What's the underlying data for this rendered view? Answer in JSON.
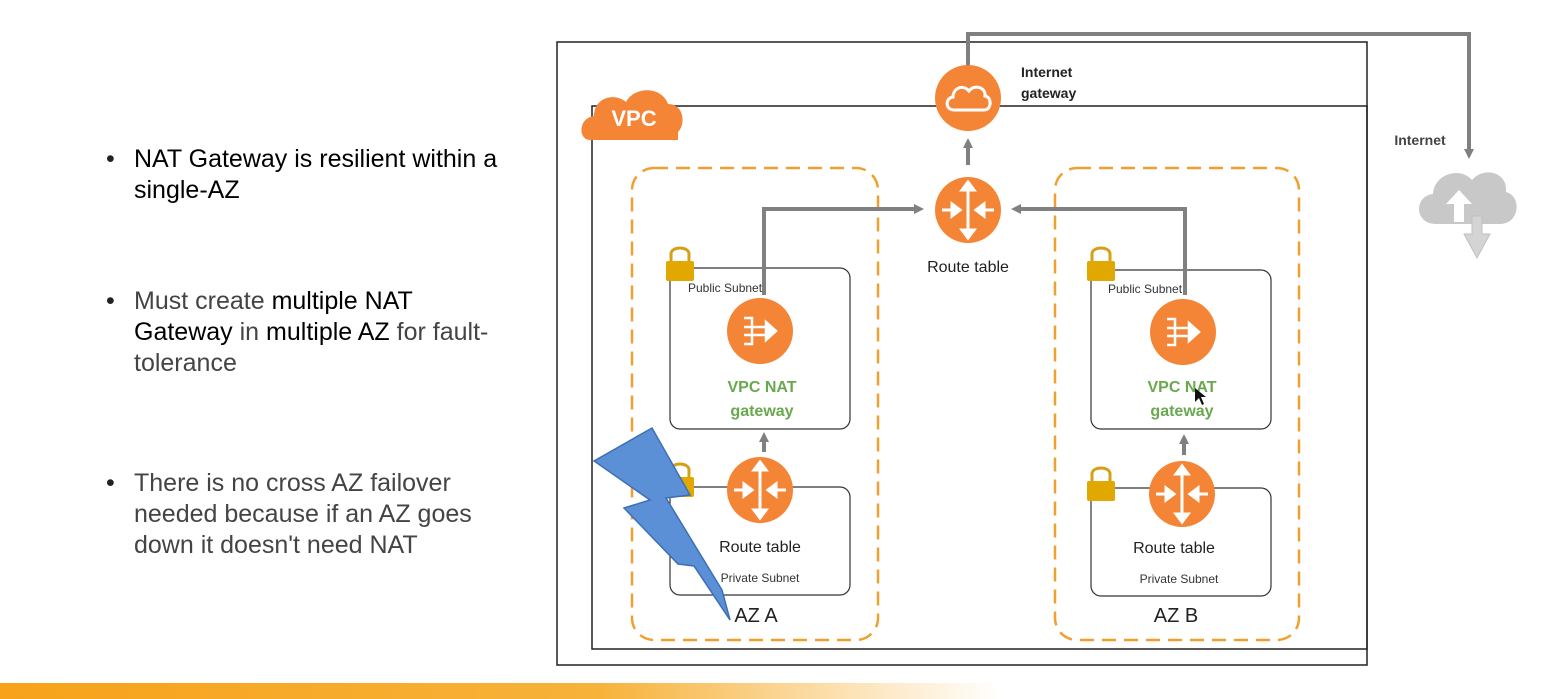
{
  "bullets": [
    {
      "parts": [
        {
          "text": "NAT Gateway is resilient within a single-AZ",
          "style": "strong"
        }
      ]
    },
    {
      "parts": [
        {
          "text": "Must create ",
          "style": "light"
        },
        {
          "text": "multiple NAT Gateway",
          "style": "strong"
        },
        {
          "text": " in ",
          "style": "light"
        },
        {
          "text": "multiple AZ",
          "style": "strong"
        },
        {
          "text": " for fault-tolerance",
          "style": "light"
        }
      ]
    },
    {
      "parts": [
        {
          "text": "There is no cross AZ failover needed because if an AZ goes down it doesn't need NAT",
          "style": "light"
        }
      ]
    }
  ],
  "diagram": {
    "vpc_label": "VPC",
    "internet_gateway_label_line1": "Internet",
    "internet_gateway_label_line2": "gateway",
    "internet_label": "Internet",
    "main_route_table_label": "Route table",
    "az_a": {
      "label": "AZ A",
      "public_subnet_label": "Public Subnet",
      "nat_label_line1": "VPC NAT",
      "nat_label_line2": "gateway",
      "route_table_label": "Route table",
      "private_subnet_label": "Private Subnet"
    },
    "az_b": {
      "label": "AZ B",
      "public_subnet_label": "Public Subnet",
      "nat_label_line1": "VPC NAT",
      "nat_label_line2": "gateway",
      "route_table_label": "Route table",
      "private_subnet_label": "Private Subnet"
    }
  },
  "colors": {
    "aws_orange": "#f58536",
    "nat_green": "#6aa84f",
    "az_border": "#f0a030",
    "arrow_gray": "#808080",
    "lightning_blue": "#5b8fd6",
    "internet_cloud": "#c8c8c8"
  }
}
